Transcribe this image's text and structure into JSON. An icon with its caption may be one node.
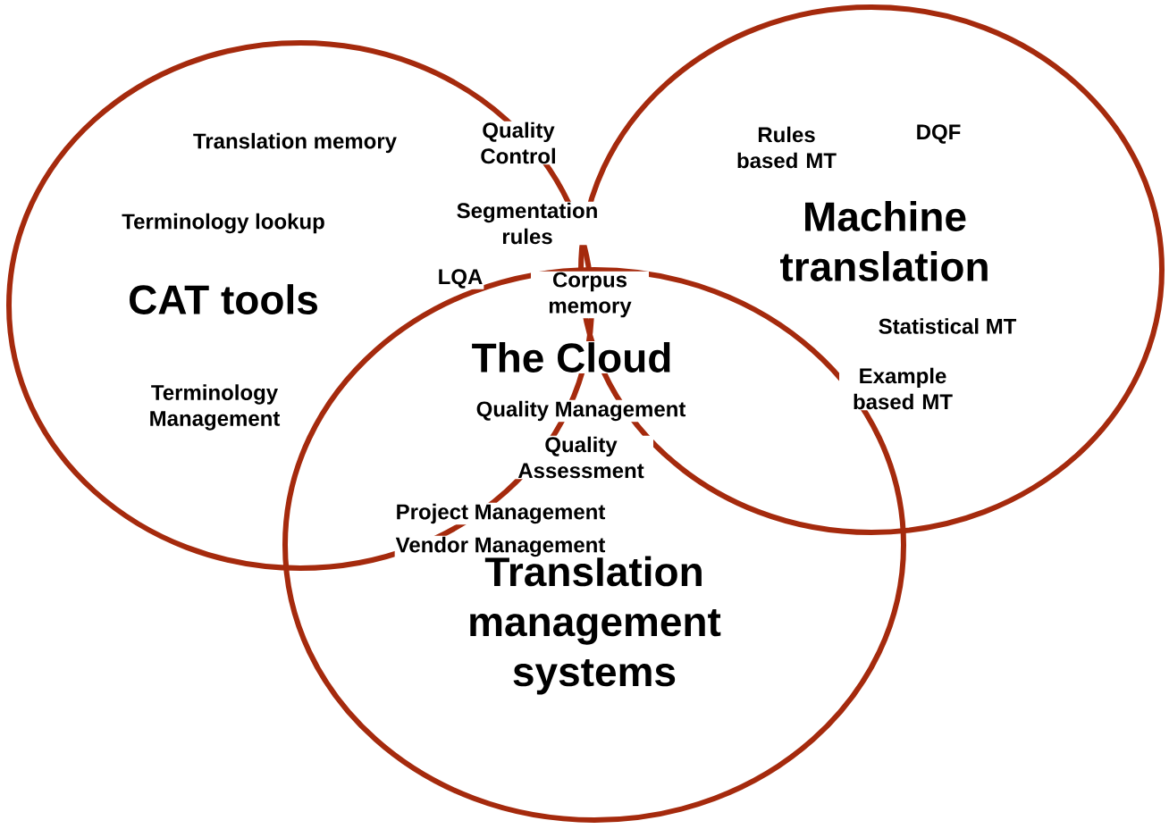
{
  "diagram": {
    "nodes": [
      {
        "text": [
          "CAT tools"
        ]
      },
      {
        "text": [
          "Machine translation"
        ]
      },
      {
        "text": [
          "Translation management systems"
        ]
      }
    ],
    "labels": [
      "Quality Control",
      "Translation memory",
      "Rules based MT",
      "DQF",
      "Segmentation rules",
      "LQA",
      "Terminology lookup",
      "Corpus memory",
      "The Cloud",
      "Statistical MT",
      "Example based MT",
      "Terminology Management",
      "Quality Management",
      "Quality Assessment",
      "Project Management",
      "Vendor Management"
    ]
  }
}
